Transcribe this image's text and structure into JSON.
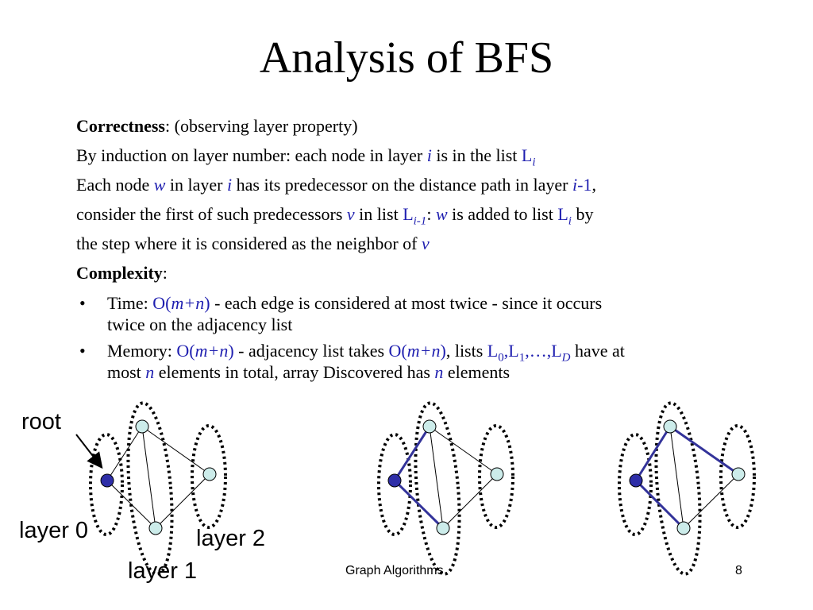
{
  "slide": {
    "title": "Analysis of BFS",
    "correctness": {
      "heading": "Correctness",
      "heading_rest": ": (observing layer property)",
      "l1_a": "By induction on layer number: each node in layer ",
      "l1_i": "i",
      "l1_b": " is in the list ",
      "l1_L": "L",
      "l1_sub": "i",
      "l2_a": "Each node ",
      "l2_w": "w",
      "l2_b": " in layer ",
      "l2_i": "i",
      "l2_c": " has its predecessor on the distance path in layer ",
      "l2_i2": "i",
      "l2_minus": "-1",
      "l2_end": ",",
      "l3_a": "consider the first of such predecessors ",
      "l3_v": "v",
      "l3_b": " in list ",
      "l3_L": "L",
      "l3_sub": "i-1",
      "l3_c": ":  ",
      "l3_w": "w",
      "l3_d": " is added to list ",
      "l3_L2": "L",
      "l3_sub2": "i",
      "l3_e": " by",
      "l4_a": "the step where it is considered as the neighbor of ",
      "l4_v": "v"
    },
    "complexity": {
      "heading": "Complexity",
      "heading_rest": ":",
      "bullet": "•",
      "time_label": "Time: ",
      "time_O": "O(",
      "time_mn": "m+n",
      "time_close": ")",
      "time_text": " - each edge is considered at most twice - since it occurs",
      "time_text2": "twice on the adjacency list",
      "mem_label": "Memory: ",
      "mem_O": "O(",
      "mem_mn": "m+n",
      "mem_close": ")",
      "mem_a": " - adjacency list takes ",
      "mem_O2": "O(",
      "mem_mn2": "m+n",
      "mem_close2": ")",
      "mem_b": ", lists ",
      "mem_L0": "L",
      "mem_s0": "0",
      "mem_c1": ",L",
      "mem_s1": "1",
      "mem_dots": ",…,L",
      "mem_sD": "D",
      "mem_c": " have at",
      "mem_d": "most ",
      "mem_n": "n",
      "mem_e": " elements in total, array Discovered has ",
      "mem_n2": "n",
      "mem_f": " elements"
    },
    "labels": {
      "root": "root",
      "layer0": "layer 0",
      "layer1": "layer 1",
      "layer2": "layer 2"
    },
    "footer": {
      "course": "Graph Algorithms",
      "page": "8"
    },
    "colors": {
      "root_node": "#2e2ea8",
      "node": "#ccecea",
      "tree_edge": "#33339a",
      "text_accent": "#1f1fb0"
    }
  }
}
